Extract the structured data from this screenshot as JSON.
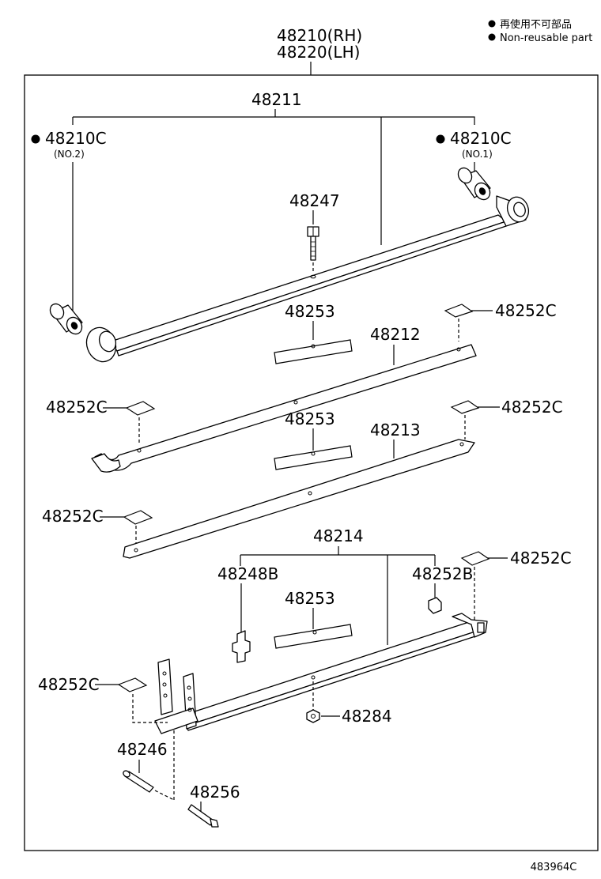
{
  "legend": {
    "line1": "再使用不可部品",
    "line2": "Non-reusable part"
  },
  "assembly": {
    "rh": "48210(RH)",
    "lh": "48220(LH)"
  },
  "parts": {
    "p48211": "48211",
    "p48210c_no2": "48210C",
    "p48210c_no2_sub": "(NO.2)",
    "p48210c_no1": "48210C",
    "p48210c_no1_sub": "(NO.1)",
    "p48247": "48247",
    "p48253_a": "48253",
    "p48252c_a": "48252C",
    "p48212": "48212",
    "p48252c_b": "48252C",
    "p48252c_c": "48252C",
    "p48253_b": "48253",
    "p48213": "48213",
    "p48252c_d": "48252C",
    "p48214": "48214",
    "p48248b": "48248B",
    "p48252b": "48252B",
    "p48252c_e": "48252C",
    "p48253_c": "48253",
    "p48252c_f": "48252C",
    "p48284": "48284",
    "p48246": "48246",
    "p48256": "48256"
  },
  "footer": {
    "code": "483964C"
  }
}
